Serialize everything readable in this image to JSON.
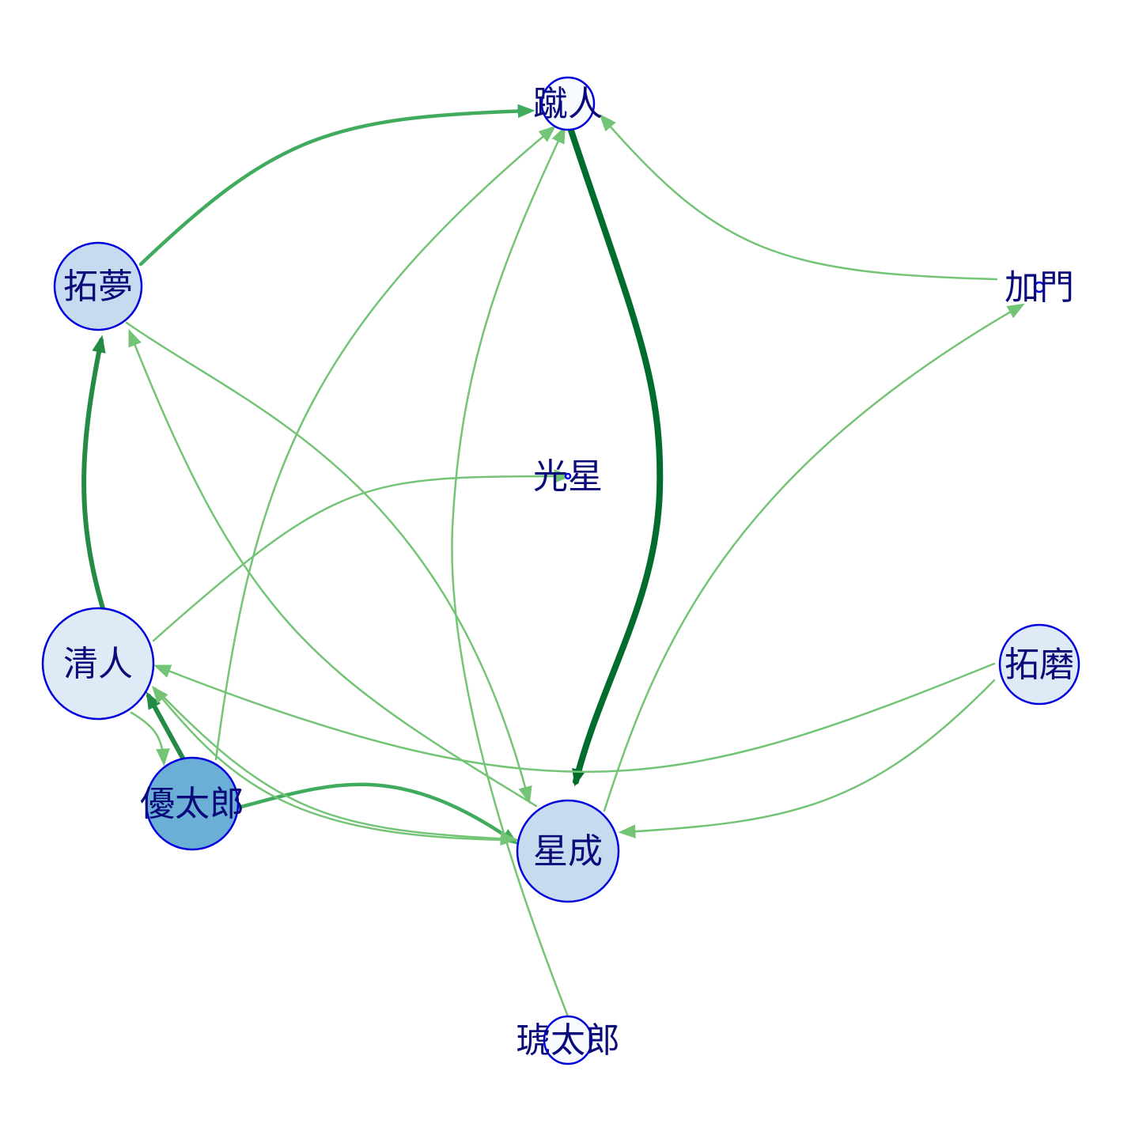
{
  "colors": {
    "background": "#ffffff",
    "node_stroke": "#0000dd",
    "label": "#0a0a7a",
    "edge_light": "#74c476",
    "edge_mid": "#41ab5d",
    "edge_strong": "#238b45",
    "edge_strongest": "#006d2c"
  },
  "nodes": [
    {
      "id": "shuto",
      "label": "蹴人",
      "fill": "#f7fbff"
    },
    {
      "id": "kamon",
      "label": "加門",
      "fill": "#f7fbff"
    },
    {
      "id": "takuma",
      "label": "拓磨",
      "fill": "#deebf7"
    },
    {
      "id": "seisei",
      "label": "星成",
      "fill": "#c6dbef"
    },
    {
      "id": "kotaro",
      "label": "琥太郎",
      "fill": "#f7fbff"
    },
    {
      "id": "yutaro",
      "label": "優太郎",
      "fill": "#6baed6"
    },
    {
      "id": "kiyoto",
      "label": "清人",
      "fill": "#deebf7"
    },
    {
      "id": "takumu",
      "label": "拓夢",
      "fill": "#c6dbef"
    },
    {
      "id": "kosei",
      "label": "光星",
      "fill": "#f7fbff"
    }
  ],
  "edges": [
    {
      "from": "takumu",
      "to": "shuto",
      "weight": "mid"
    },
    {
      "from": "shuto",
      "to": "seisei",
      "weight": "strongest"
    },
    {
      "from": "kiyoto",
      "to": "takumu",
      "weight": "strong"
    },
    {
      "from": "yutaro",
      "to": "kiyoto",
      "weight": "strong"
    },
    {
      "from": "yutaro",
      "to": "seisei",
      "weight": "mid"
    },
    {
      "from": "kiyoto",
      "to": "yutaro",
      "weight": "light"
    },
    {
      "from": "kamon",
      "to": "shuto",
      "weight": "light"
    },
    {
      "from": "seisei",
      "to": "kamon",
      "weight": "light"
    },
    {
      "from": "takuma",
      "to": "kiyoto",
      "weight": "light"
    },
    {
      "from": "takuma",
      "to": "seisei",
      "weight": "light"
    },
    {
      "from": "kiyoto",
      "to": "kosei",
      "weight": "light"
    },
    {
      "from": "takumu",
      "to": "seisei",
      "weight": "light"
    },
    {
      "from": "seisei",
      "to": "takumu",
      "weight": "light"
    },
    {
      "from": "kiyoto",
      "to": "seisei",
      "weight": "light"
    },
    {
      "from": "seisei",
      "to": "kiyoto",
      "weight": "light"
    },
    {
      "from": "yutaro",
      "to": "shuto",
      "weight": "light"
    },
    {
      "from": "kotaro",
      "to": "shuto",
      "weight": "light"
    }
  ]
}
